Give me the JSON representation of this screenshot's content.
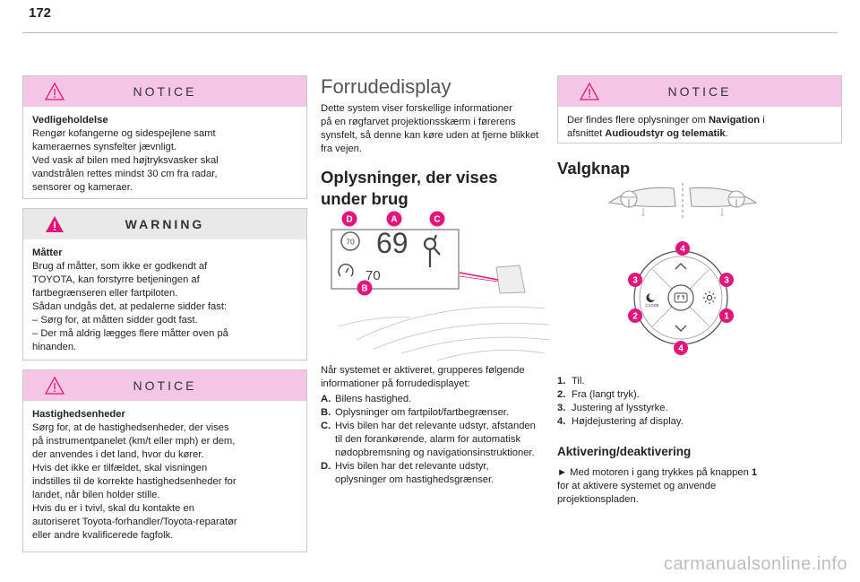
{
  "page": {
    "number": "172",
    "watermark": "carmanualsonline.info"
  },
  "left": {
    "notice1": {
      "label": "NOTICE",
      "title": "Vedligeholdelse",
      "lines": [
        "Rengør kofangerne og sidespejlene samt",
        "kameraernes synsfelter jævnligt.",
        "Ved vask af bilen med højtryksvasker skal",
        "vandstrålen rettes mindst 30 cm fra radar,",
        "sensorer og kameraer."
      ]
    },
    "warning": {
      "label": "WARNING",
      "title": "Måtter",
      "lines": [
        "Brug af måtter, som ikke er godkendt af",
        "TOYOTA, kan forstyrre betjeningen af",
        "fartbegrænseren eller fartpiloten.",
        "Sådan undgås det, at pedalerne sidder fast:",
        "–  Sørg for, at måtten sidder godt fast.",
        "–  Der må aldrig lægges flere måtter oven på",
        "hinanden."
      ]
    },
    "notice2": {
      "label": "NOTICE",
      "title": "Hastighedsenheder",
      "lines": [
        "Sørg for, at de hastighedsenheder, der vises",
        "på instrumentpanelet (km/t eller mph) er dem,",
        "der anvendes i det land, hvor du kører.",
        "Hvis det ikke er tilfældet, skal visningen",
        "indstilles til de korrekte hastighedsenheder for",
        "landet, når bilen holder stille.",
        "Hvis du er i tvivl, skal du kontakte en",
        "autoriseret Toyota-forhandler/Toyota-reparatør",
        "eller andre kvalificerede fagfolk."
      ]
    }
  },
  "middle": {
    "title": "Forrudedisplay",
    "intro": [
      "Dette system viser forskellige informationer",
      "på en røgfarvet projektionsskærm i førerens",
      "synsfelt, så denne kan køre uden at fjerne blikket",
      "fra vejen."
    ],
    "subtitle": [
      "Oplysninger, der vises",
      "under brug"
    ],
    "figure": {
      "labels": [
        "D",
        "A",
        "C",
        "B"
      ],
      "sign_speed": "70",
      "speed": "69",
      "cruise_speed": "70"
    },
    "after": [
      "Når systemet er aktiveret, grupperes følgende",
      "informationer på forrudedisplayet:"
    ],
    "items": [
      {
        "key": "A.",
        "lines": [
          "Bilens hastighed."
        ]
      },
      {
        "key": "B.",
        "lines": [
          "Oplysninger om fartpilot/fartbegrænser."
        ]
      },
      {
        "key": "C.",
        "lines": [
          "Hvis bilen har det relevante udstyr, afstanden",
          "til den forankørende, alarm for automatisk",
          "nødopbremsning og navigationsinstruktioner."
        ]
      },
      {
        "key": "D.",
        "lines": [
          "Hvis bilen har det relevante udstyr,",
          "oplysninger om hastighedsgrænser."
        ]
      }
    ]
  },
  "right": {
    "notice": {
      "label": "NOTICE",
      "pre": "Der findes flere oplysninger om ",
      "b1": "Navigation",
      "mid": " i",
      "pre2": "afsnittet ",
      "b2": "Audioudstyr og telematik",
      "end": "."
    },
    "title": "Valgknap",
    "figure": {
      "close": "CLOSE",
      "numbers": [
        "4",
        "3",
        "3",
        "2",
        "1",
        "4"
      ]
    },
    "items": [
      {
        "key": "1.",
        "text": "Til."
      },
      {
        "key": "2.",
        "text": "Fra (langt tryk)."
      },
      {
        "key": "3.",
        "text": "Justering af lysstyrke."
      },
      {
        "key": "4.",
        "text": "Højdejustering af display."
      }
    ],
    "subtitle": "Aktivering/deaktivering",
    "para": {
      "arrow": "►",
      "pre": " Med motoren i gang trykkes på knappen ",
      "b": "1",
      "line2": "for at aktivere systemet og anvende",
      "line3": "projektionspladen."
    }
  },
  "colors": {
    "notice_header": "#f5c5e6",
    "warning_header": "#e9e9e9",
    "callout": "#e2157a",
    "box_border": "#c9c9c9"
  }
}
